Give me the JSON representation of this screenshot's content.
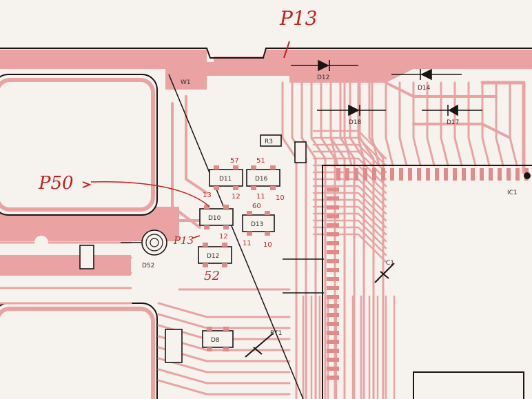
{
  "annotations": {
    "p13_top": "P13",
    "p50": "P50",
    "p13_side": "P13",
    "pin_57": "57",
    "pin_51": "51",
    "pin_13a": "13",
    "pin_12a": "12",
    "pin_11a": "11",
    "pin_10a": "10",
    "pin_60": "60",
    "pin_12b": "12",
    "pin_11b": "11",
    "pin_10b": "10",
    "pin_52": "52"
  },
  "silkscreen": {
    "w1": "W1",
    "d12": "D12",
    "d13": "D13",
    "d14": "D14",
    "d16": "D16",
    "d17": "D17",
    "d18": "D18",
    "d11": "D11",
    "d10": "D10",
    "d12b": "D12",
    "d8": "D8",
    "d52": "D52",
    "ic1": "IC1",
    "r3": "R3",
    "bt1": "BT1",
    "c1": "C1"
  },
  "colors": {
    "paper": "#f6f3ef",
    "trace": "#e9a3a3",
    "trace_dark": "#e08a8a",
    "ink": "#1a1414",
    "pen": "#c4201c"
  }
}
